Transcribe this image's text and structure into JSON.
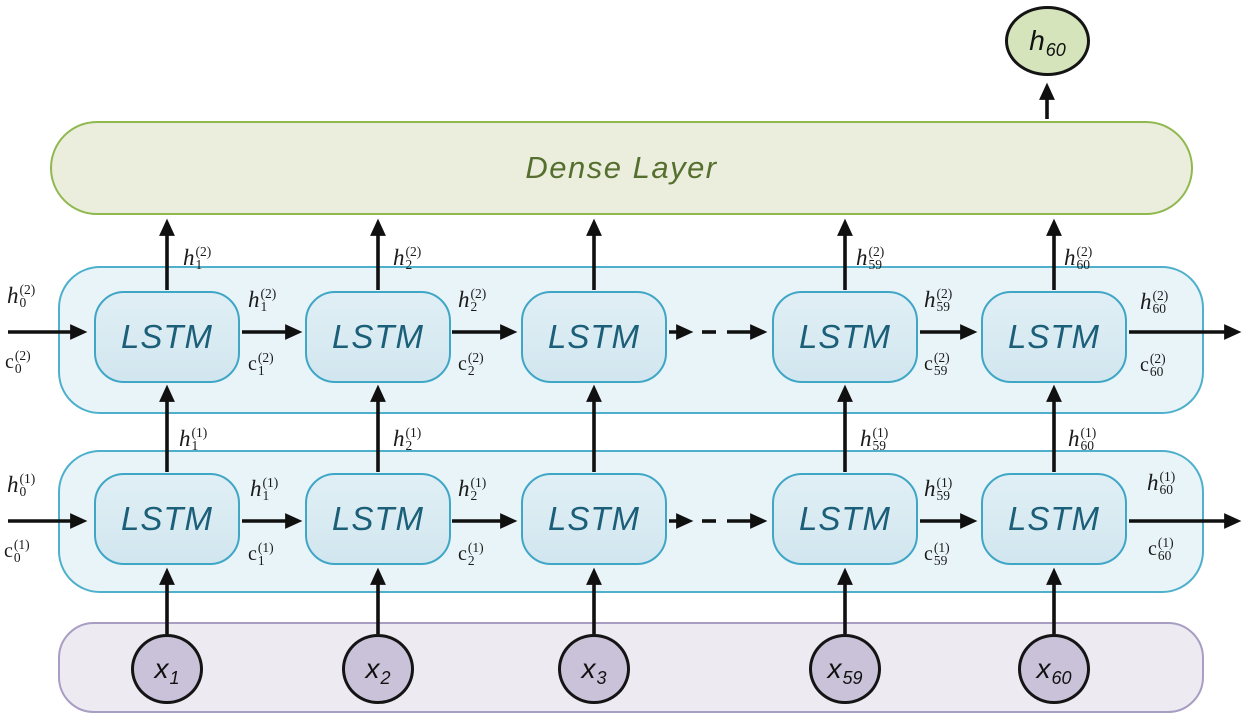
{
  "dense": {
    "label": "Dense Layer"
  },
  "output_node": {
    "base": "h",
    "sub": "60"
  },
  "lstm": {
    "label": "LSTM"
  },
  "inputs": [
    {
      "base": "x",
      "sub": "1"
    },
    {
      "base": "x",
      "sub": "2"
    },
    {
      "base": "x",
      "sub": "3"
    },
    {
      "base": "x",
      "sub": "59"
    },
    {
      "base": "x",
      "sub": "60"
    }
  ],
  "io_labels": {
    "layer2": {
      "in_h": {
        "base": "h",
        "sub": "0",
        "sup": "(2)"
      },
      "in_c": {
        "base": "c",
        "sub": "0",
        "sup": "(2)"
      },
      "top": [
        {
          "base": "h",
          "sub": "1",
          "sup": "(2)"
        },
        {
          "base": "h",
          "sub": "2",
          "sup": "(2)"
        },
        {
          "base": "h",
          "sub": "59",
          "sup": "(2)"
        },
        {
          "base": "h",
          "sub": "60",
          "sup": "(2)"
        }
      ],
      "between": [
        {
          "h": {
            "base": "h",
            "sub": "1",
            "sup": "(2)"
          },
          "c": {
            "base": "c",
            "sub": "1",
            "sup": "(2)"
          }
        },
        {
          "h": {
            "base": "h",
            "sub": "2",
            "sup": "(2)"
          },
          "c": {
            "base": "c",
            "sub": "2",
            "sup": "(2)"
          }
        },
        {
          "h": {
            "base": "h",
            "sub": "59",
            "sup": "(2)"
          },
          "c": {
            "base": "c",
            "sub": "59",
            "sup": "(2)"
          }
        }
      ],
      "out_h": {
        "base": "h",
        "sub": "60",
        "sup": "(2)"
      },
      "out_c": {
        "base": "c",
        "sub": "60",
        "sup": "(2)"
      }
    },
    "layer1": {
      "in_h": {
        "base": "h",
        "sub": "0",
        "sup": "(1)"
      },
      "in_c": {
        "base": "c",
        "sub": "0",
        "sup": "(1)"
      },
      "top": [
        {
          "base": "h",
          "sub": "1",
          "sup": "(1)"
        },
        {
          "base": "h",
          "sub": "2",
          "sup": "(1)"
        },
        {
          "base": "h",
          "sub": "59",
          "sup": "(1)"
        },
        {
          "base": "h",
          "sub": "60",
          "sup": "(1)"
        }
      ],
      "between": [
        {
          "h": {
            "base": "h",
            "sub": "1",
            "sup": "(1)"
          },
          "c": {
            "base": "c",
            "sub": "1",
            "sup": "(1)"
          }
        },
        {
          "h": {
            "base": "h",
            "sub": "2",
            "sup": "(1)"
          },
          "c": {
            "base": "c",
            "sub": "2",
            "sup": "(1)"
          }
        },
        {
          "h": {
            "base": "h",
            "sub": "59",
            "sup": "(1)"
          },
          "c": {
            "base": "c",
            "sub": "59",
            "sup": "(1)"
          }
        }
      ],
      "out_h": {
        "base": "h",
        "sub": "60",
        "sup": "(1)"
      },
      "out_c": {
        "base": "c",
        "sub": "60",
        "sup": "(1)"
      }
    }
  },
  "colors": {
    "teal_border": "#3fa6c6",
    "lstm_box_fill": "#d9eaf2",
    "lstm_layer_fill": "#e9f4f9",
    "lstm_text": "#1b5f79",
    "dense_fill": "#eceedd",
    "dense_border": "#8fb84e",
    "dense_text": "#55702e",
    "output_circle_fill": "#d6e4bc",
    "input_layer_fill": "#edeaf2",
    "input_layer_border": "#a89dc2",
    "input_circle_fill": "#cac2d9",
    "arrow": "#101010"
  }
}
